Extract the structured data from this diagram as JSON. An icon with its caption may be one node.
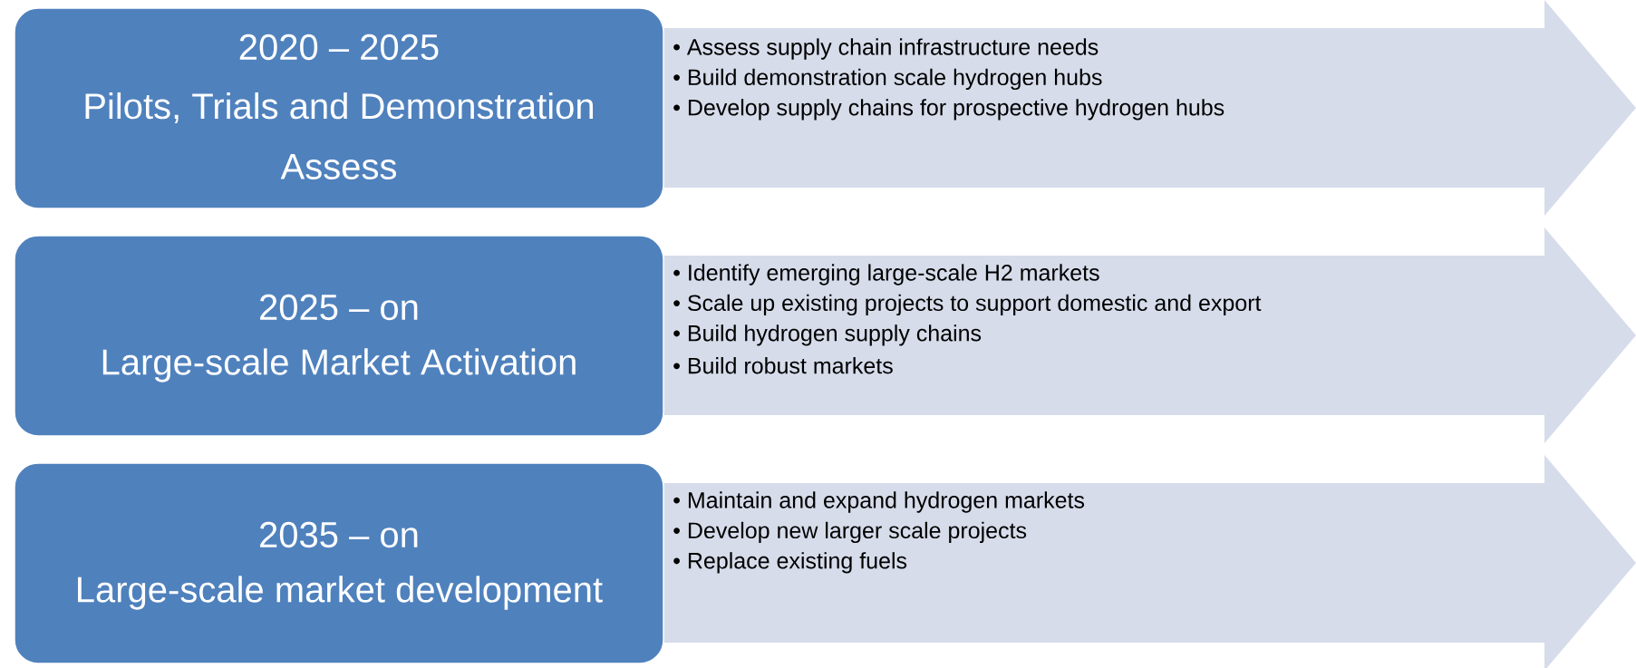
{
  "diagram": {
    "nodes": [
      {
        "text": [
          "2020 – 2025",
          "Pilots, Trials and Demonstration",
          "Assess"
        ]
      },
      {
        "text": [
          "• Assess supply chain infrastructure needs",
          "• Build demonstration scale hydrogen hubs",
          "• Develop supply chains for prospective hydrogen hubs"
        ]
      },
      {
        "text": [
          "2025 – on",
          "Large-scale Market Activation"
        ]
      },
      {
        "text": [
          "• Identify emerging large-scale H2 markets",
          "• Scale up existing projects to support domestic and export",
          "• Build hydrogen supply chains",
          "• Build robust markets"
        ]
      },
      {
        "text": [
          "2035 – on",
          "Large-scale market development"
        ]
      },
      {
        "text": [
          "• Maintain and expand hydrogen markets",
          "• Develop new larger scale projects",
          "• Replace existing fuels"
        ]
      }
    ]
  }
}
